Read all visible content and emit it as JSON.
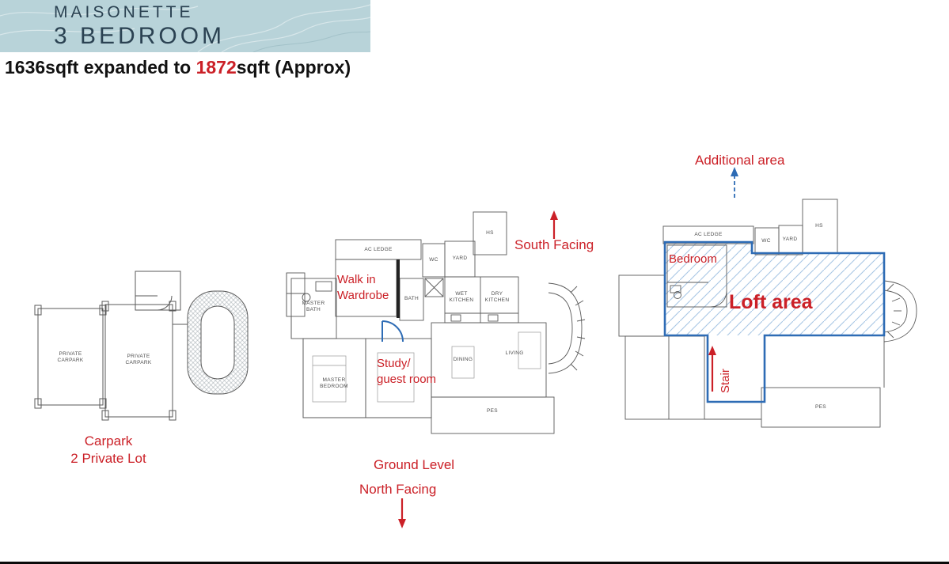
{
  "header": {
    "banner_title": "MAISONETTE",
    "banner_subtitle": "3 BEDROOM",
    "area_text_prefix": "1636sqft expanded to ",
    "area_text_highlight": "1872",
    "area_text_suffix": "sqft (Approx)"
  },
  "colors": {
    "annotation_red": "#cb2027",
    "plan_blue": "#2e6cb5",
    "banner_bg": "#b8d3d9",
    "banner_text": "#2b4252"
  },
  "carpark_plan": {
    "caption": "Carpark\n2 Private Lot",
    "labels": {
      "lot1": "PRIVATE\nCARPARK",
      "lot2": "PRIVATE\nCARPARK"
    }
  },
  "ground_plan": {
    "caption_level": "Ground Level",
    "caption_facing_north": "North Facing",
    "caption_facing_south": "South Facing",
    "annotations": {
      "walk_in": "Walk in\nWardrobe",
      "study": "Study/\nguest room"
    },
    "labels": {
      "ac_ledge": "AC LEDGE",
      "wc": "WC",
      "yard": "YARD",
      "hs": "HS",
      "wet_kitchen": "WET\nKITCHEN",
      "dry_kitchen": "DRY\nKITCHEN",
      "bath": "BATH",
      "master_bath": "MASTER\nBATH",
      "master_bedroom": "MASTER\nBEDROOM",
      "dining": "DINING",
      "living": "LIVING",
      "pes": "PES"
    }
  },
  "loft_plan": {
    "annotations": {
      "additional_area": "Additional area",
      "bedroom": "Bedroom",
      "loft_area": "Loft area",
      "stair": "Stair"
    },
    "labels": {
      "ac_ledge": "AC LEDGE",
      "wc": "WC",
      "yard": "YARD",
      "hs": "HS",
      "pes": "PES"
    }
  }
}
